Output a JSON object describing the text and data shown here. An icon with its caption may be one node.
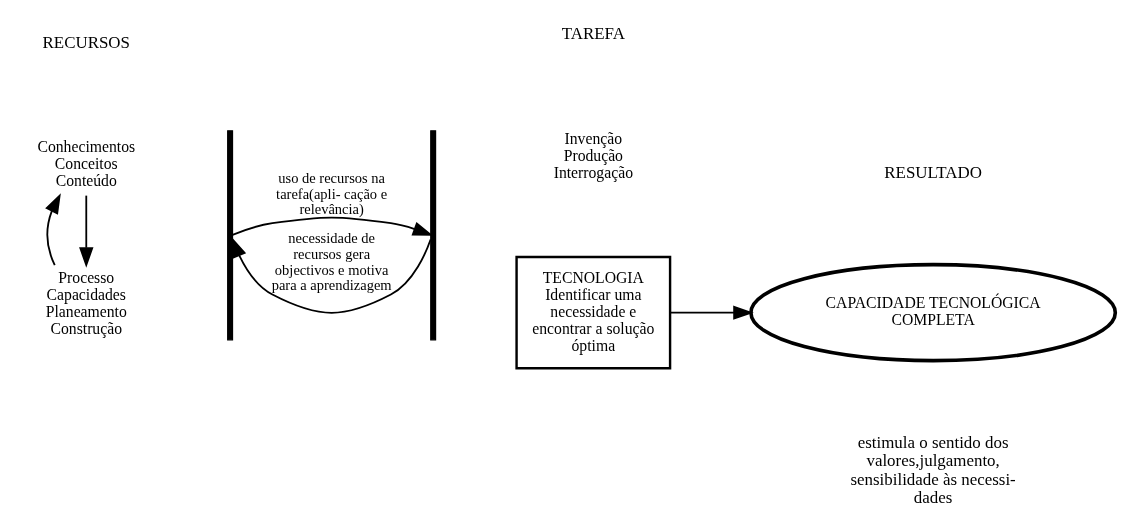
{
  "diagram": {
    "nodes": [
      {
        "text": [
          "Conhecimentos",
          "Conceitos",
          "Conteúdo"
        ]
      },
      {
        "text": [
          "Processo",
          "Capacidades",
          "Planeamento",
          "Construção"
        ]
      },
      {
        "text": [],
        "shape": "brace"
      },
      {
        "text": [
          "Invenção",
          "Produção",
          "Interrogação"
        ]
      },
      {
        "text": [],
        "shape": "brace"
      },
      {
        "text": [
          "TECNOLOGIA",
          "Identificar uma necessidade e encontrar a solução óptima"
        ]
      },
      {
        "text": [
          "CAPACIDADE TECNOLÓGICA COMPLETA"
        ]
      }
    ],
    "edges": [
      {
        "from": 0,
        "to": 1,
        "arrow": "to"
      },
      {
        "from": 1,
        "to": 0,
        "arrow": "to"
      },
      {
        "from": 2,
        "to": 4,
        "arrow": "to",
        "label": "uso de recursos na tarefa(apli- cação e relevância)"
      },
      {
        "from": 4,
        "to": 2,
        "arrow": "to",
        "label": "necessidade de recursos gera objectivos e motiva para a aprendizagem"
      },
      {
        "from": 5,
        "to": 6,
        "arrow": "to"
      }
    ],
    "labels": [
      "RECURSOS",
      "TAREFA",
      "RESULTADO",
      "estimula o sentido dos valores,julgamento, sensibilidade às necessi- dades"
    ]
  }
}
